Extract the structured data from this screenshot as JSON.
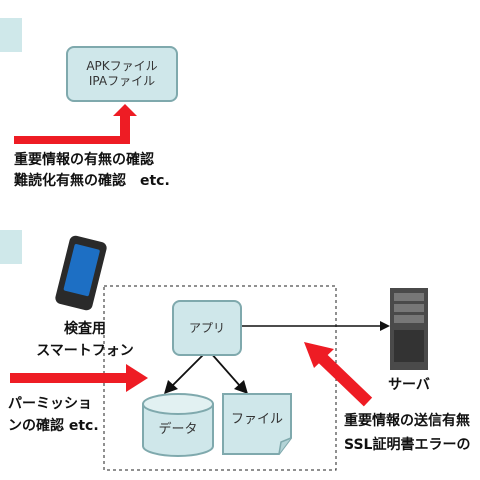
{
  "colors": {
    "accent_red": "#ee1c24",
    "box_fill": "#cfe7ea",
    "box_border": "#7fa9ad",
    "tab": "#cfe8ea"
  },
  "top": {
    "file_box": {
      "line1": "APKファイル",
      "line2": "IPAファイル"
    },
    "notes": [
      "重要情報の有無の確認",
      "難読化有無の確認　etc."
    ]
  },
  "bottom": {
    "phone_label": [
      "検査用",
      "スマートフォン"
    ],
    "app_box": "アプリ",
    "data_store": "データ",
    "file_doc": "ファイル",
    "server_label": "サーバ",
    "left_notes": [
      "パーミッショ",
      "ンの確認 etc."
    ],
    "right_notes": [
      "重要情報の送信有無",
      "SSL証明書エラーの"
    ]
  },
  "icons": [
    "smartphone-icon",
    "server-icon",
    "database-icon",
    "document-icon"
  ]
}
